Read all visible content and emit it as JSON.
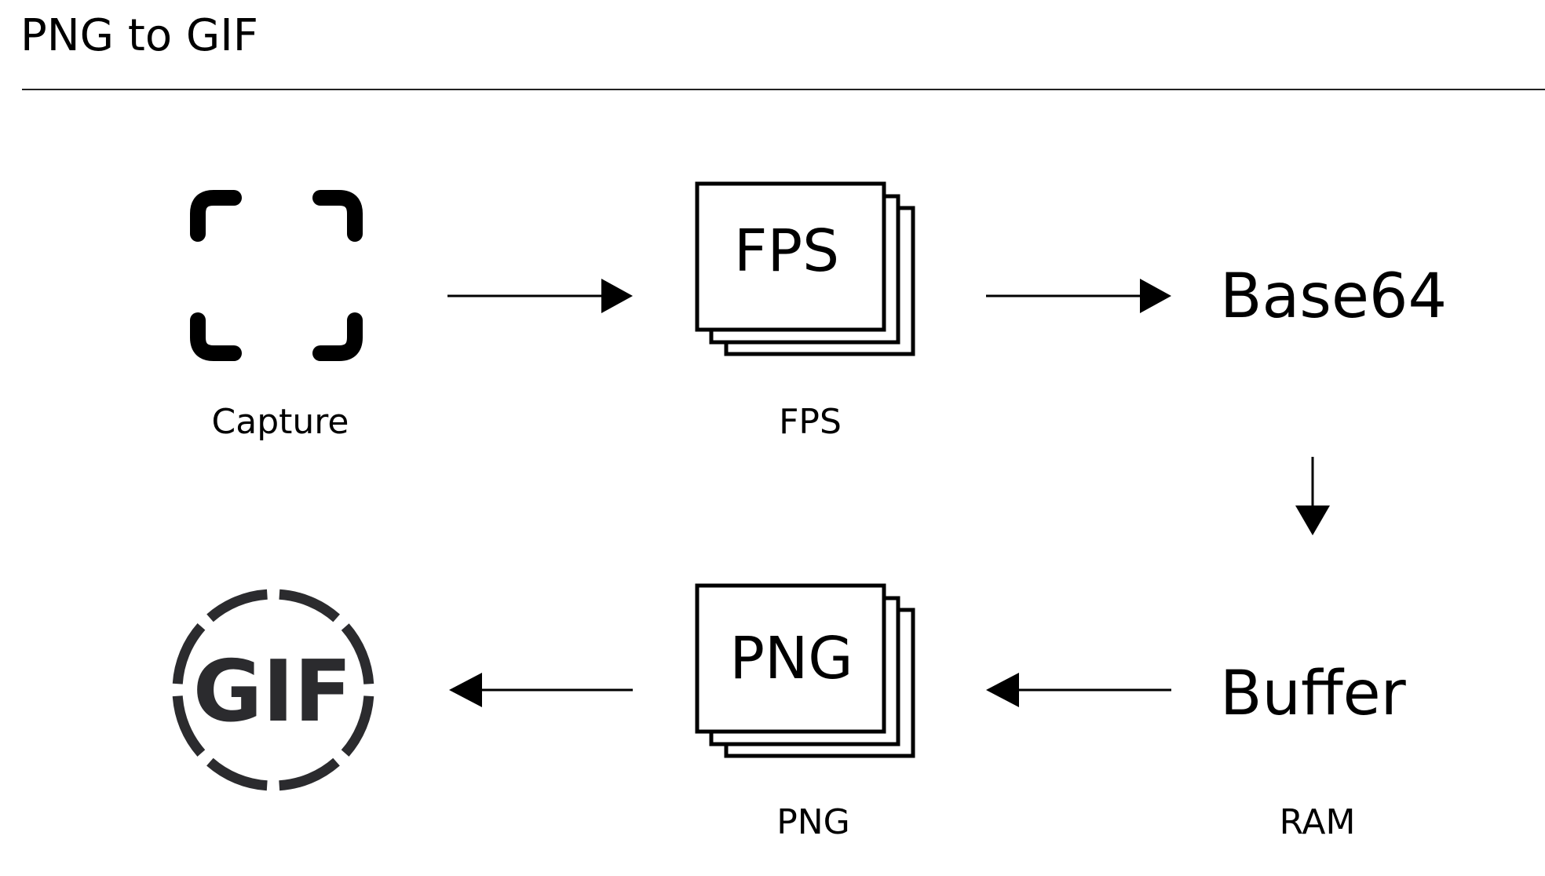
{
  "title": "PNG to GIF",
  "nodes": {
    "capture": {
      "caption": "Capture",
      "icon": "capture-frame-icon"
    },
    "fps": {
      "label": "FPS",
      "caption": "FPS",
      "icon": "frame-stack-icon"
    },
    "base64": {
      "label": "Base64"
    },
    "buffer": {
      "label": "Buffer",
      "caption": "RAM"
    },
    "png": {
      "label": "PNG",
      "caption": "PNG",
      "icon": "frame-stack-icon"
    },
    "gif": {
      "label": "GIF",
      "icon": "gif-badge-icon"
    }
  },
  "flow": [
    {
      "from": "capture",
      "to": "fps"
    },
    {
      "from": "fps",
      "to": "base64"
    },
    {
      "from": "base64",
      "to": "buffer"
    },
    {
      "from": "buffer",
      "to": "png"
    },
    {
      "from": "png",
      "to": "gif"
    }
  ],
  "colors": {
    "ink": "#000000",
    "gif_badge": "#2b2b2e",
    "rule": "#222222"
  }
}
